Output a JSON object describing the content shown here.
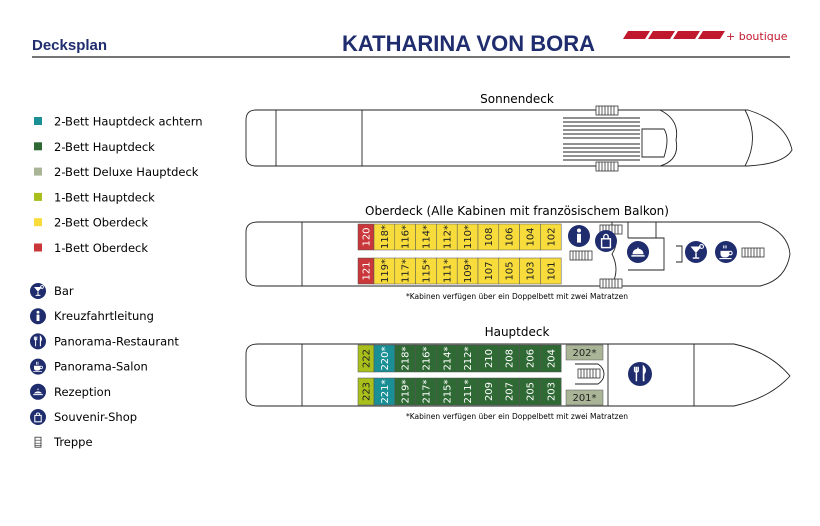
{
  "header": {
    "left_title": "Decksplan",
    "ship_name": "KATHARINA VON BORA",
    "brand_suffix": "+ boutique"
  },
  "colors": {
    "navy": "#1f2d6e",
    "brand_red": "#c0182c",
    "cabin_categories": {
      "hauptdeck_achtern": "#1a8f96",
      "hauptdeck": "#2f6a35",
      "deluxe_hauptdeck": "#a9b596",
      "single_hauptdeck": "#a8bf1c",
      "oberdeck": "#f7dc3c",
      "single_oberdeck": "#c9373a"
    }
  },
  "legend": {
    "categories": [
      {
        "key": "hauptdeck_achtern",
        "label": "2-Bett Hauptdeck achtern"
      },
      {
        "key": "hauptdeck",
        "label": "2-Bett Hauptdeck"
      },
      {
        "key": "deluxe_hauptdeck",
        "label": "2-Bett Deluxe Hauptdeck"
      },
      {
        "key": "single_hauptdeck",
        "label": "1-Bett Hauptdeck"
      },
      {
        "key": "oberdeck",
        "label": "2-Bett Oberdeck"
      },
      {
        "key": "single_oberdeck",
        "label": "1-Bett Oberdeck"
      }
    ],
    "facilities": [
      {
        "icon": "cocktail-icon",
        "label": "Bar"
      },
      {
        "icon": "info-icon",
        "label": "Kreuzfahrtleitung"
      },
      {
        "icon": "cutlery-icon",
        "label": "Panorama-Restaurant"
      },
      {
        "icon": "coffee-cup-icon",
        "label": "Panorama-Salon"
      },
      {
        "icon": "reception-bell-icon",
        "label": "Rezeption"
      },
      {
        "icon": "shopping-bag-icon",
        "label": "Souvenir-Shop"
      },
      {
        "icon": "stairs-icon",
        "label": "Treppe"
      }
    ]
  },
  "decks": {
    "sonnendeck": {
      "title": "Sonnendeck"
    },
    "oberdeck": {
      "title": "Oberdeck (Alle Kabinen mit französischem Balkon)",
      "footnote": "*Kabinen verfügen über ein Doppelbett mit zwei Matratzen",
      "top_row": [
        {
          "no": "120",
          "cat": "single_oberdeck"
        },
        {
          "no": "118*",
          "cat": "oberdeck"
        },
        {
          "no": "116*",
          "cat": "oberdeck"
        },
        {
          "no": "114*",
          "cat": "oberdeck"
        },
        {
          "no": "112*",
          "cat": "oberdeck"
        },
        {
          "no": "110*",
          "cat": "oberdeck"
        },
        {
          "no": "108",
          "cat": "oberdeck"
        },
        {
          "no": "106",
          "cat": "oberdeck"
        },
        {
          "no": "104",
          "cat": "oberdeck"
        },
        {
          "no": "102",
          "cat": "oberdeck"
        }
      ],
      "bottom_row": [
        {
          "no": "121",
          "cat": "single_oberdeck"
        },
        {
          "no": "119*",
          "cat": "oberdeck"
        },
        {
          "no": "117*",
          "cat": "oberdeck"
        },
        {
          "no": "115*",
          "cat": "oberdeck"
        },
        {
          "no": "111*",
          "cat": "oberdeck"
        },
        {
          "no": "109*",
          "cat": "oberdeck"
        },
        {
          "no": "107",
          "cat": "oberdeck"
        },
        {
          "no": "105",
          "cat": "oberdeck"
        },
        {
          "no": "103",
          "cat": "oberdeck"
        },
        {
          "no": "101",
          "cat": "oberdeck"
        }
      ]
    },
    "hauptdeck": {
      "title": "Hauptdeck",
      "footnote": "*Kabinen verfügen über ein Doppelbett mit zwei Matratzen",
      "top_row": [
        {
          "no": "222",
          "cat": "single_hauptdeck"
        },
        {
          "no": "220*",
          "cat": "hauptdeck_achtern"
        },
        {
          "no": "218*",
          "cat": "hauptdeck"
        },
        {
          "no": "216*",
          "cat": "hauptdeck"
        },
        {
          "no": "214*",
          "cat": "hauptdeck"
        },
        {
          "no": "212*",
          "cat": "hauptdeck"
        },
        {
          "no": "210",
          "cat": "hauptdeck"
        },
        {
          "no": "208",
          "cat": "hauptdeck"
        },
        {
          "no": "206",
          "cat": "hauptdeck"
        },
        {
          "no": "204",
          "cat": "hauptdeck"
        }
      ],
      "bottom_row": [
        {
          "no": "223",
          "cat": "single_hauptdeck"
        },
        {
          "no": "221*",
          "cat": "hauptdeck_achtern"
        },
        {
          "no": "219*",
          "cat": "hauptdeck"
        },
        {
          "no": "217*",
          "cat": "hauptdeck"
        },
        {
          "no": "215*",
          "cat": "hauptdeck"
        },
        {
          "no": "211*",
          "cat": "hauptdeck"
        },
        {
          "no": "209",
          "cat": "hauptdeck"
        },
        {
          "no": "207",
          "cat": "hauptdeck"
        },
        {
          "no": "205",
          "cat": "hauptdeck"
        },
        {
          "no": "203",
          "cat": "hauptdeck"
        }
      ],
      "deluxe_top": {
        "no": "202*",
        "cat": "deluxe_hauptdeck"
      },
      "deluxe_bottom": {
        "no": "201*",
        "cat": "deluxe_hauptdeck"
      }
    }
  }
}
